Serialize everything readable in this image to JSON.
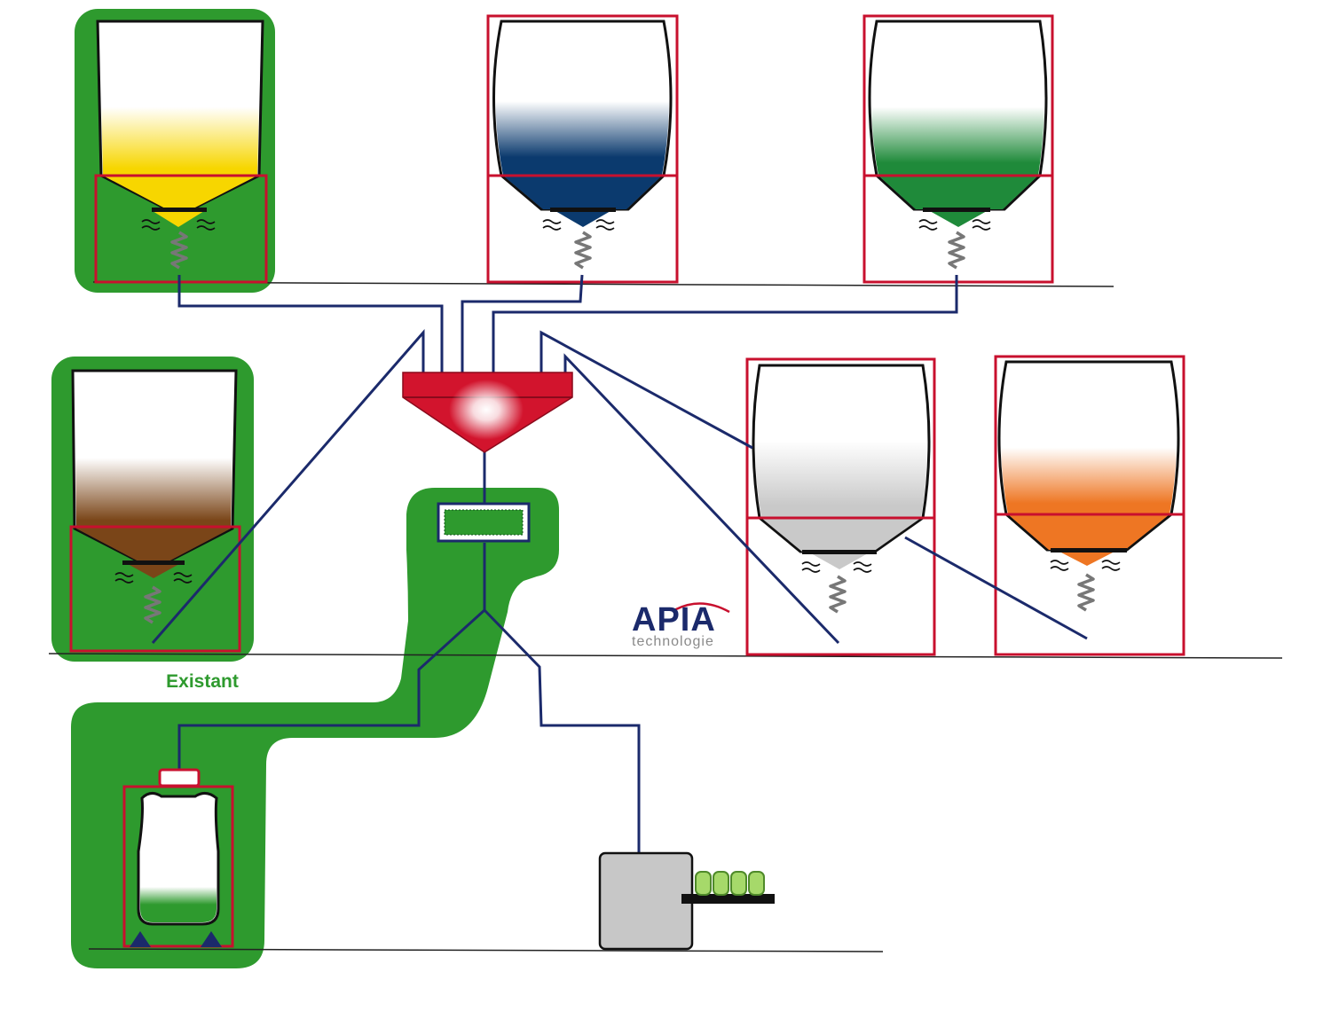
{
  "labels": {
    "existing_zone": "Existant"
  },
  "logo": {
    "main": "APIA",
    "sub": "technologie"
  },
  "colors": {
    "existing_zone": "#2e9a2e",
    "frame": "#c8102e",
    "pipe": "#1b2a6b",
    "hopper": "#d2142d",
    "floor_line": "#222222",
    "contents": {
      "silo_yellow": "#f7d600",
      "silo_blue": "#0b3a6e",
      "silo_green": "#1f8a3a",
      "silo_brown": "#7a4518",
      "silo_grey": "#c9c9c9",
      "silo_orange": "#ee7623",
      "bigbag_green": "#2e9a2e"
    },
    "label_existing": "#2e9a2e",
    "logo_main": "#1b2a6b",
    "logo_sub": "#8a8a8a",
    "logo_swoosh": "#c8102e"
  },
  "icons": [
    "silo-icon",
    "spring-feeder-icon",
    "hopper-icon",
    "sieve-icon",
    "big-bag-icon",
    "machine-icon",
    "container-icon"
  ]
}
